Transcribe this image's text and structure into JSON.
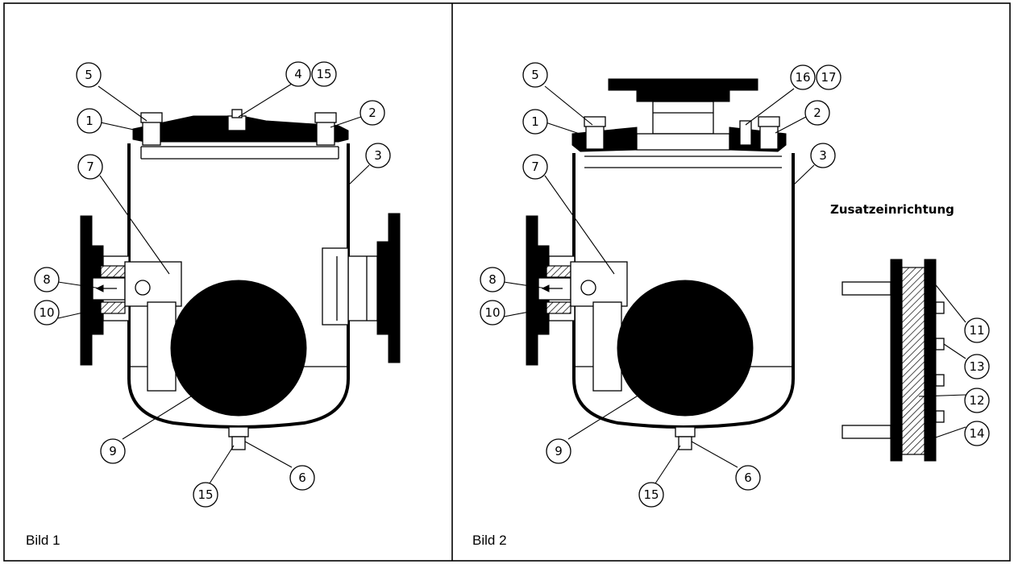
{
  "figures": [
    {
      "caption": "Bild 1"
    },
    {
      "caption": "Bild 2"
    }
  ],
  "extra_label": "Zusatzeinrichtung",
  "callouts_fig1": [
    "5",
    "1",
    "4",
    "15",
    "2",
    "3",
    "7",
    "8",
    "10",
    "9",
    "15",
    "6"
  ],
  "callouts_fig2": [
    "5",
    "1",
    "16",
    "17",
    "2",
    "3",
    "7",
    "8",
    "10",
    "9",
    "15",
    "6",
    "11",
    "13",
    "12",
    "14"
  ]
}
